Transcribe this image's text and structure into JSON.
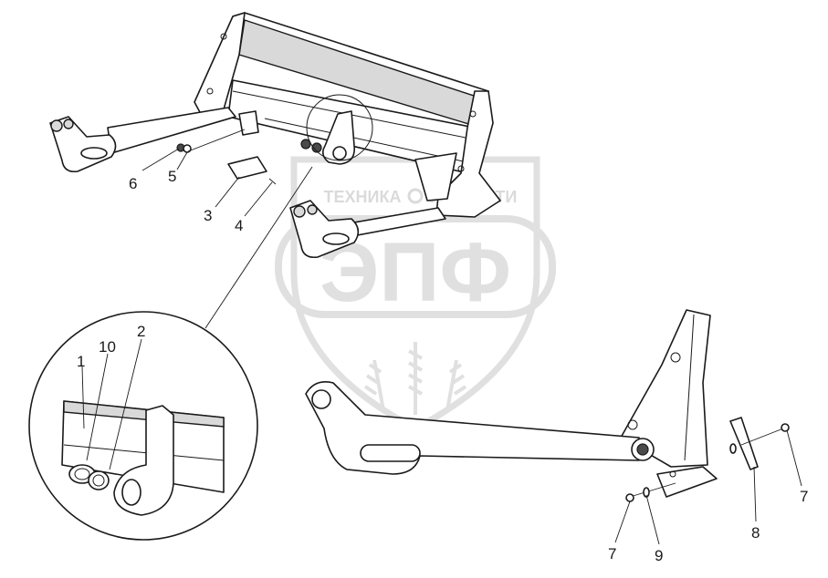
{
  "watermark": {
    "top_left": "ТЕХНИКА",
    "top_right": "ЗАПЧАСТИ",
    "main": "ЭПФ",
    "color": "#c8c8c8"
  },
  "callouts": {
    "p1": "1",
    "p2": "2",
    "p3": "3",
    "p4": "4",
    "p5": "5",
    "p6": "6",
    "p7a": "7",
    "p7b": "7",
    "p8": "8",
    "p9": "9",
    "p10": "10"
  },
  "colors": {
    "line": "#1a1a1a",
    "fill": "#ffffff"
  }
}
